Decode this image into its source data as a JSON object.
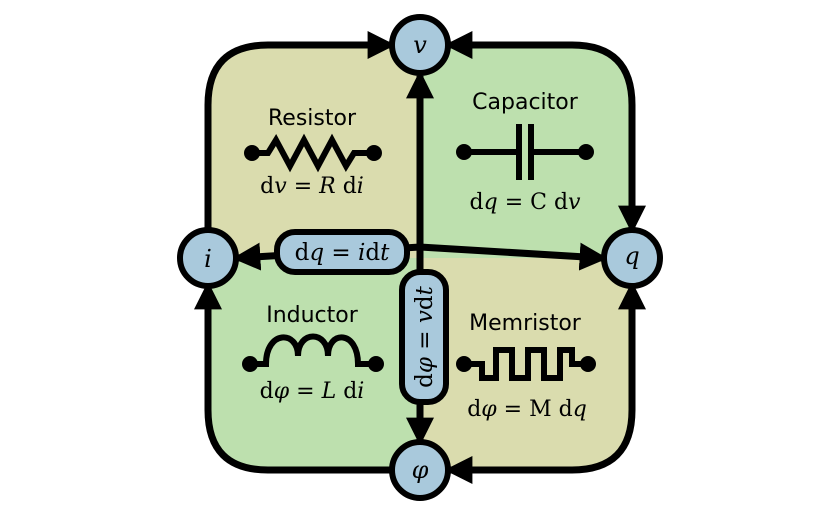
{
  "colors": {
    "olive_quadrant": "#dadcae",
    "green_quadrant": "#bde0ae",
    "node_fill": "#a9c9dc",
    "stroke": "#000000",
    "badge_fill": "#a9c9dc"
  },
  "nodes": {
    "v": "v",
    "i": "i",
    "q": "q",
    "phi": "φ"
  },
  "components": {
    "resistor": {
      "name": "Resistor",
      "eq_d1": "d",
      "eq_var1": "v",
      "eq_mid": " = ",
      "eq_coef": "R",
      "eq_d2": " d",
      "eq_var2": "i"
    },
    "capacitor": {
      "name": "Capacitor",
      "eq_d1": "d",
      "eq_var1": "q",
      "eq_mid": " = ",
      "eq_coef": "C",
      "eq_d2": " d",
      "eq_var2": "v"
    },
    "inductor": {
      "name": "Inductor",
      "eq_d1": "d",
      "eq_var1": "φ",
      "eq_mid": " = ",
      "eq_coef": "L",
      "eq_d2": " d",
      "eq_var2": "i"
    },
    "memristor": {
      "name": "Memristor",
      "eq_d1": "d",
      "eq_var1": "φ",
      "eq_mid": " = ",
      "eq_coef": "M",
      "eq_d2": " d",
      "eq_var2": "q"
    }
  },
  "relations": {
    "charge": {
      "d": "d",
      "var1": "q",
      "mid": " = ",
      "var2": "i",
      "d2": "d",
      "var3": "t"
    },
    "flux": {
      "d": "d",
      "var1": "φ",
      "mid": " = ",
      "var2": "v",
      "d2": "d",
      "var3": "t"
    }
  }
}
